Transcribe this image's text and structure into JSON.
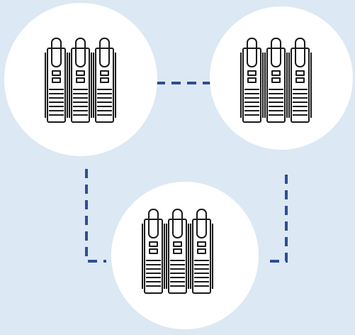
{
  "colors": {
    "background": "#dce8f3",
    "node_fill": "#ffffff",
    "connector": "#2f4f8f",
    "icon_stroke": "#1a1a1a"
  },
  "nodes": [
    {
      "id": "top-left",
      "icon": "server-rack-icon",
      "units": 3
    },
    {
      "id": "top-right",
      "icon": "server-rack-icon",
      "units": 3
    },
    {
      "id": "bottom",
      "icon": "server-rack-icon",
      "units": 3
    }
  ],
  "connections": [
    {
      "from": "top-left",
      "to": "top-right",
      "style": "dashed"
    },
    {
      "from": "top-left",
      "to": "bottom",
      "style": "dashed"
    },
    {
      "from": "top-right",
      "to": "bottom",
      "style": "dashed"
    }
  ]
}
